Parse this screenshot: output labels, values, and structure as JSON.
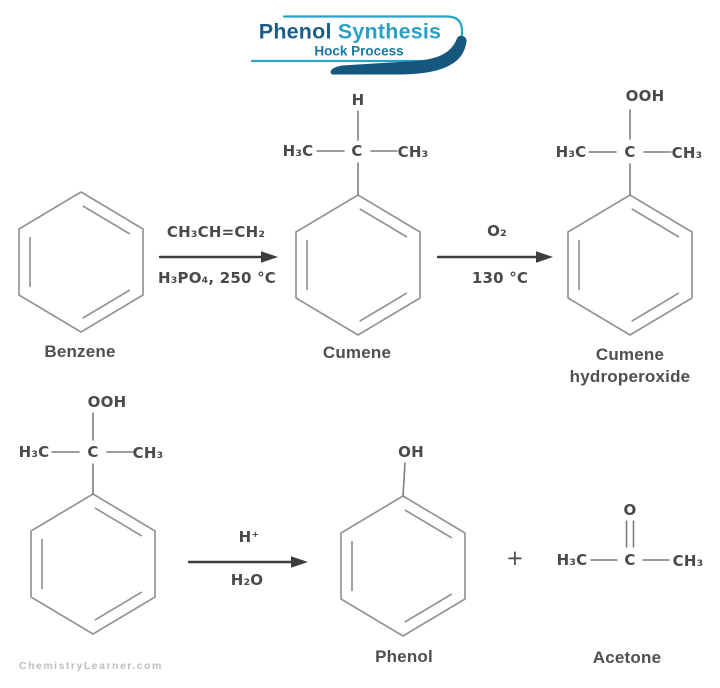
{
  "banner": {
    "title_primary": "Phenol",
    "title_secondary": "Synthesis",
    "subtitle": "Hock Process"
  },
  "step1": {
    "reactant_label": "Benzene",
    "reagent_above": "CH₃CH=CH₂",
    "reagent_below": "H₃PO₄, 250 °C",
    "product_label": "Cumene"
  },
  "step2": {
    "reagent_above": "O₂",
    "reagent_below": "130 °C",
    "product_label_line1": "Cumene",
    "product_label_line2": "hydroperoxide"
  },
  "step3": {
    "reagent_above": "H⁺",
    "reagent_below": "H₂O",
    "plus": "+",
    "product1_label": "Phenol",
    "product2_label": "Acetone"
  },
  "atoms": {
    "h": "H",
    "c": "C",
    "o": "O",
    "oh": "OH",
    "ooh": "OOH",
    "h3c": "H₃C",
    "ch3": "CH₃"
  },
  "colors": {
    "banner_primary": "#1a5c8a",
    "banner_secondary": "#2d9fc4",
    "banner_border": "#2ba3c7",
    "banner_swoosh": "#16577e",
    "ring_stroke": "#949494",
    "bond_stroke": "#7d7d7d",
    "arrow_stroke": "#3d3d3d",
    "formula_text": "#4a4a4a"
  },
  "watermark": "ChemistryLearner.com"
}
